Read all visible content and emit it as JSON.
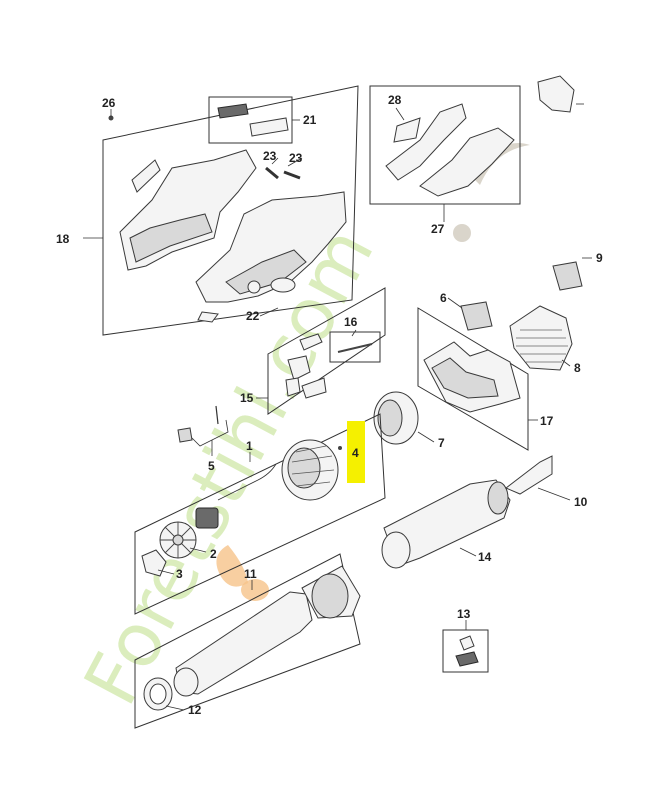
{
  "watermark": {
    "text": "Foretstihl.com",
    "colors": {
      "green": "#cfe8a8",
      "orange": "#f6c38a",
      "grey": "#cbc3b5"
    }
  },
  "highlight": {
    "part": "4",
    "color": "#f5f000"
  },
  "parts": [
    {
      "id": "p1",
      "label": "1"
    },
    {
      "id": "p2",
      "label": "2"
    },
    {
      "id": "p3",
      "label": "3"
    },
    {
      "id": "p4",
      "label": "4"
    },
    {
      "id": "p5",
      "label": "5"
    },
    {
      "id": "p6",
      "label": "6"
    },
    {
      "id": "p7",
      "label": "7"
    },
    {
      "id": "p8",
      "label": "8"
    },
    {
      "id": "p9",
      "label": "9"
    },
    {
      "id": "p10",
      "label": "10"
    },
    {
      "id": "p11",
      "label": "11"
    },
    {
      "id": "p12",
      "label": "12"
    },
    {
      "id": "p13",
      "label": "13"
    },
    {
      "id": "p14",
      "label": "14"
    },
    {
      "id": "p15",
      "label": "15"
    },
    {
      "id": "p16",
      "label": "16"
    },
    {
      "id": "p17",
      "label": "17"
    },
    {
      "id": "p18",
      "label": "18"
    },
    {
      "id": "p21",
      "label": "21"
    },
    {
      "id": "p22",
      "label": "22"
    },
    {
      "id": "p23a",
      "label": "23"
    },
    {
      "id": "p23b",
      "label": "23"
    },
    {
      "id": "p26",
      "label": "26"
    },
    {
      "id": "p27",
      "label": "27"
    },
    {
      "id": "p28",
      "label": "28"
    }
  ]
}
